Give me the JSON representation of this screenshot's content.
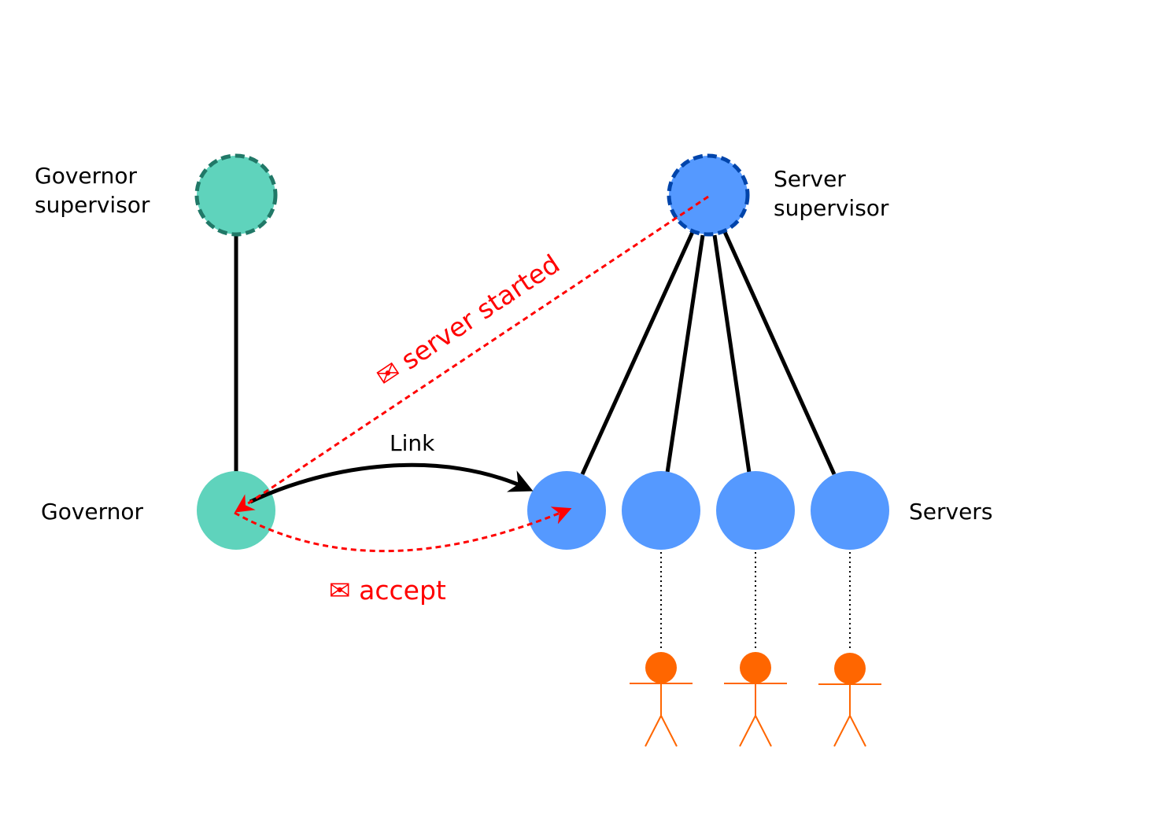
{
  "colors": {
    "governor_fill": "#5fd3bc",
    "governor_stroke": "#217867",
    "server_fill": "#5599ff",
    "server_stroke": "#0044aa",
    "message": "#ff0000",
    "client": "#ff6600",
    "line": "#000000"
  },
  "labels": {
    "governor_supervisor_line1": "Governor",
    "governor_supervisor_line2": "supervisor",
    "server_supervisor_line1": "Server",
    "server_supervisor_line2": "supervisor",
    "governor": "Governor",
    "servers": "Servers",
    "link": "Link"
  },
  "messages": {
    "server_started": "✉ server started",
    "accept": "✉ accept"
  },
  "icons": {
    "message": "envelope-icon",
    "client": "stick-figure-icon"
  }
}
